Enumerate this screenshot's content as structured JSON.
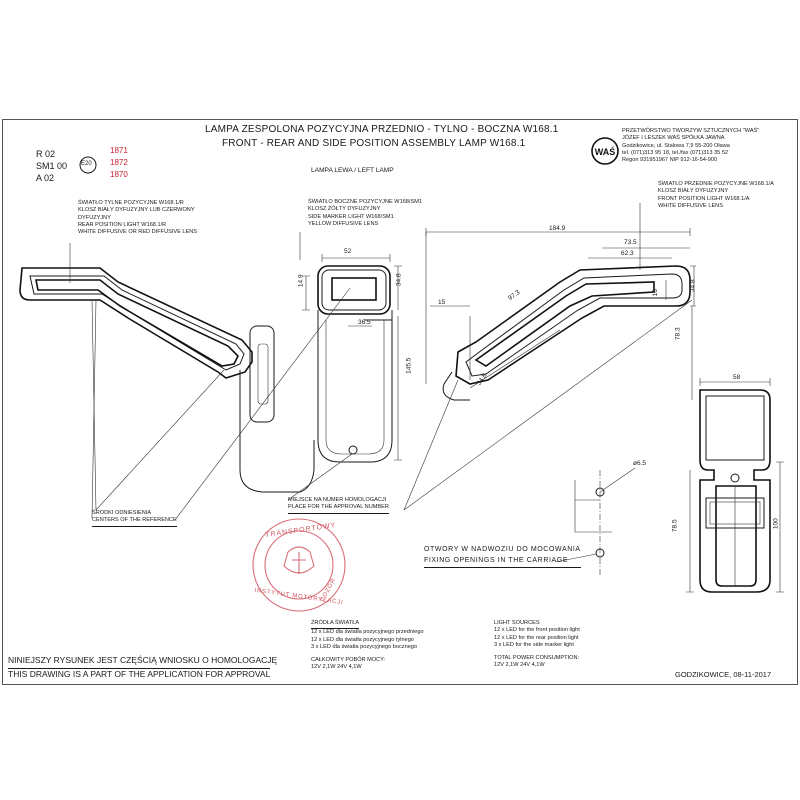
{
  "title": {
    "pl": "LAMPA ZESPOLONA POZYCYJNA PRZEDNIO - TYLNO - BOCZNA W168.1",
    "en": "FRONT - REAR AND SIDE POSITION ASSEMBLY LAMP W168.1"
  },
  "subtitle": "LAMPA LEWA / LEFT LAMP",
  "approvals": [
    {
      "code": "R 02",
      "number": "1871"
    },
    {
      "code": "SM1 00",
      "number": "1872"
    },
    {
      "code": "A 02",
      "number": "1870"
    }
  ],
  "emark": "E20",
  "company": {
    "line1": "PRZETWÓRSTWO TWORZYW SZTUCZNYCH \"WAŚ\"",
    "line2": "JÓZEF I LESZEK WAŚ   SPÓŁKA JAWNA",
    "line3": "Godzikowice, ul. Stalowa 7,9      55-200 Oława",
    "line4": "tel. (071)313 95 18, tel./fax (071)313 35 52",
    "line5": "Regon 931951967 NIP 912-16-54-900",
    "logo": "WAŚ"
  },
  "callouts": {
    "rear": [
      "ŚWIATŁO TYLNE POZYCYJNE W168.1/R",
      "KLOSZ BIAŁY DYFUZYJNY LUB CZERWONY",
      "DYFUZYJNY",
      "REAR POSITION LIGHT W168.1/R",
      "WHITE DIFFUSIVE OR RED DIFFUSIVE LENS"
    ],
    "side": [
      "ŚWIATŁO BOCZNE POZYCYJNE W168/SM1",
      "KLOSZ ŻÓŁTY DYFUZYJNY",
      "SIDE MARKER LIGHT W168/SM1",
      "YELLOW DIFFUSIVE LENS"
    ],
    "front": [
      "ŚWIATŁO PRZEDNIE POZYCYJNE W168.1/A",
      "KLOSZ BIAŁY DYFUZYJNY",
      "FRONT POSITION LIGHT W168.1/A",
      "WHITE DIFFUSIVE LENS"
    ],
    "reference": [
      "ŚRODKI ODNIESIENIA",
      "CENTERS OF THE REFERENCE"
    ],
    "approval_place": [
      "MIEJSCE NA NUMER HOMOLOGACJI",
      "PLACE FOR THE APPROVAL NUMBER"
    ],
    "fixing": [
      "OTWORY W NADWOZIU DO MOCOWANIA",
      "FIXING OPENINGS IN THE CARRIAGE"
    ]
  },
  "dimensions": {
    "d52": "52",
    "d14_9": "14.9",
    "d34_8a": "34.8",
    "d36_5": "36.5",
    "d145_5": "145.5",
    "d184_9": "184.9",
    "d73_5": "73.5",
    "d62_3": "62.3",
    "d34_8b": "34.8",
    "d97_3": "97.3",
    "d15": "15",
    "d16": "16",
    "d34_8c": "34.8",
    "d78_3": "78.3",
    "d58": "58",
    "d78_5": "78.5",
    "d100": "100",
    "d6_5": "ø6.5"
  },
  "sources": {
    "pl": {
      "heading": "ŹRÓDŁA ŚWIATŁA",
      "lines": [
        "12 x LED dla światła pozycyjnego przedniego",
        "12 x LED dla światła pozycyjnego tylnego",
        "3 x LED dla światła pozycyjnego bocznego"
      ],
      "power_heading": "CAŁKOWITY POBÓR MOCY:",
      "power": "12V 2,1W    24V 4,1W"
    },
    "en": {
      "heading": "LIGHT SOURCES",
      "lines": [
        "12 x LED for the front position light",
        "12 x LED for the rear position light",
        "3 x LED for the side marker light"
      ],
      "power_heading": "TOTAL POWER CONSUMPTION:",
      "power": "12V 2,1W    24V 4,1W"
    }
  },
  "stamp": {
    "top": "TRANSPORTOWY",
    "bottom": "INSTYTUT MOTORYZACJI",
    "side": "DOZÓR"
  },
  "footer": {
    "pl": "NINIEJSZY RYSUNEK JEST CZĘŚCIĄ WNIOSKU O HOMOLOGACJĘ",
    "en": "THIS DRAWING IS A PART OF THE APPLICATION FOR  APPROVAL",
    "date": "GODZIKOWICE, 08-11-2017"
  },
  "colors": {
    "ink": "#1a1a1a",
    "red": "#c8202a",
    "stamp": "#d25560"
  }
}
